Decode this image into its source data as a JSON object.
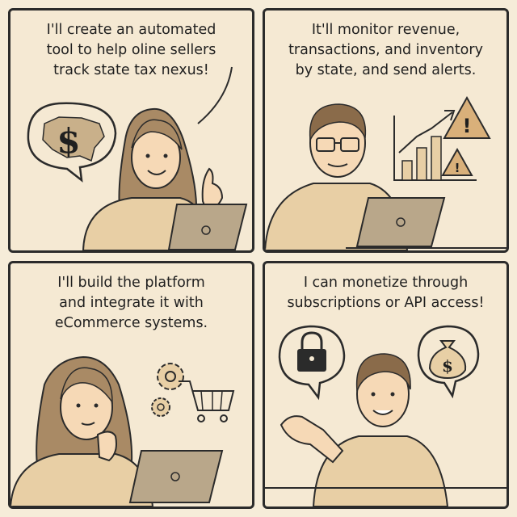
{
  "panels": [
    {
      "caption": [
        "I'll create an automated",
        "tool to help oline sellers",
        "track state tax nexus!"
      ],
      "icons": [
        "dollar-map-icon"
      ]
    },
    {
      "caption": [
        "It'll monitor revenue,",
        "transactions, and inventory",
        "by state, and send alerts."
      ],
      "icons": [
        "bar-chart-icon",
        "warning-icon"
      ]
    },
    {
      "caption": [
        "I'll build the platform",
        "and integrate it with",
        "eCommerce systems."
      ],
      "icons": [
        "gear-icon",
        "shopping-cart-icon"
      ]
    },
    {
      "caption": [
        "I can monetize through",
        "subscriptions or API access!"
      ],
      "icons": [
        "lock-icon",
        "money-bag-icon"
      ]
    }
  ],
  "colors": {
    "background": "#f5e9d3",
    "skin": "#f6d9b6",
    "shirt": "#e8cfa5",
    "hair_woman": "#a98a65",
    "hair_man": "#8a6b4a",
    "laptop": "#b9a78a",
    "ink": "#2b2b2b"
  }
}
